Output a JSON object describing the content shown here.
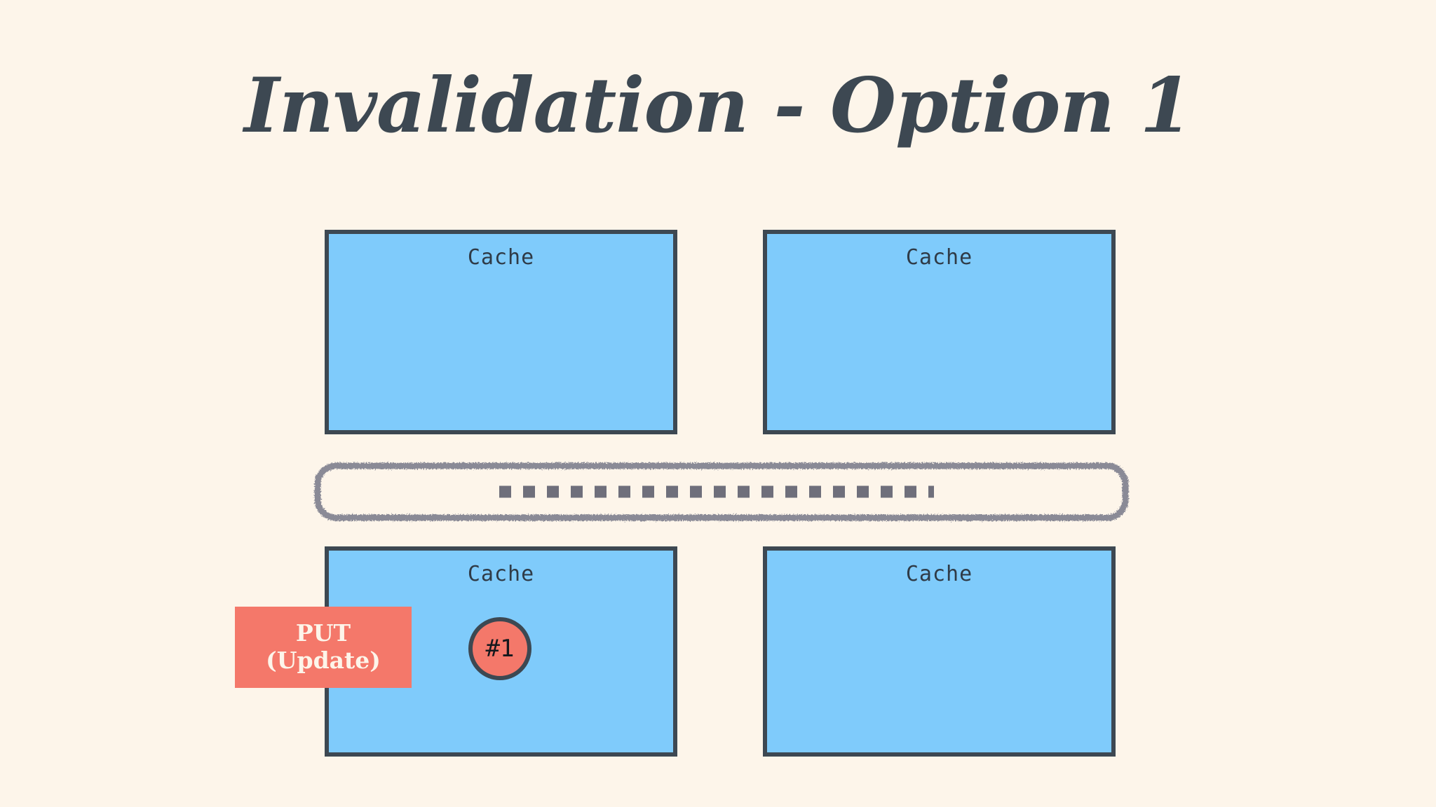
{
  "slide": {
    "title": "Invalidation - Option 1",
    "background_color": "#fdf5ea",
    "ink_color": "#3d4852"
  },
  "palette": {
    "cache_fill": "#7fcbfb",
    "cache_border": "#3d4852",
    "accent_salmon": "#f4786a",
    "bus_outline": "#8a8a96",
    "bus_dash": "#6f6f7b",
    "connector": "#111111",
    "title_color": "#3d4852",
    "label_color": "#2f3b47"
  },
  "caches": [
    {
      "id": "cache-top-left",
      "label": "Cache",
      "position": "top-left"
    },
    {
      "id": "cache-top-right",
      "label": "Cache",
      "position": "top-right"
    },
    {
      "id": "cache-bottom-left",
      "label": "Cache",
      "position": "bottom-left"
    },
    {
      "id": "cache-bottom-right",
      "label": "Cache",
      "position": "bottom-right"
    }
  ],
  "bus": {
    "name": "shared-bus",
    "dashed": true
  },
  "connectors": [
    {
      "id": "connector-left",
      "from": "cache-top-left",
      "to": "cache-bottom-left"
    },
    {
      "id": "connector-right",
      "from": "cache-top-right",
      "to": "cache-bottom-right"
    }
  ],
  "callout": {
    "line1": "PUT",
    "line2": "(Update)"
  },
  "step_markers": [
    {
      "id": "step-1",
      "label": "#1"
    }
  ]
}
